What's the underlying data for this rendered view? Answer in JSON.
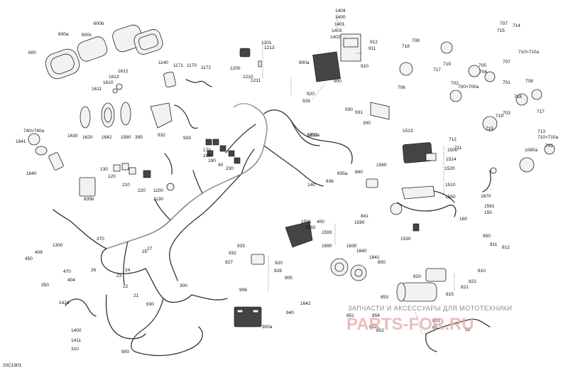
{
  "diagram": {
    "code": "20C1901",
    "watermark": {
      "line1": "ЗАПЧАСТИ И АКСЕССУАРЫ ДЛЯ МОТОТЕХНИКИ",
      "line2": "PARTS-FOR.RU"
    },
    "labels": [
      "1404",
      "1400",
      "1401",
      "1403",
      "1402",
      "912",
      "911",
      "910",
      "900a",
      "900",
      "920",
      "926",
      "600b",
      "600a",
      "600c",
      "600",
      "1201",
      "1213",
      "1200",
      "1210",
      "1211",
      "1140",
      "1171",
      "1170",
      "1172",
      "1612",
      "1613",
      "1610",
      "1611",
      "707",
      "714",
      "715",
      "710>710a",
      "708",
      "718",
      "717",
      "719",
      "706",
      "705",
      "704",
      "707",
      "701",
      "708",
      "700>700a",
      "702",
      "717",
      "718",
      "703",
      "719",
      "715",
      "711",
      "712",
      "713",
      "710>710a",
      "741",
      "1080a",
      "740>740a",
      "1641",
      "1640",
      "1630",
      "1620",
      "1642",
      "1580",
      "395",
      "932",
      "933",
      "930",
      "931",
      "300",
      "1050a",
      "1512",
      "1513",
      "1500",
      "1514",
      "1520",
      "1510",
      "1560",
      "1550",
      "1561",
      "1670",
      "150",
      "160",
      "170",
      "180",
      "190",
      "40",
      "230",
      "140",
      "130",
      "120",
      "210",
      "220",
      "1100",
      "1130",
      "835b",
      "835a",
      "836",
      "840",
      "841",
      "1590",
      "1591",
      "1592",
      "1593",
      "1690",
      "1530",
      "400",
      "1300",
      "408",
      "450",
      "470",
      "404",
      "350",
      "370",
      "26",
      "27",
      "25",
      "24",
      "23",
      "22",
      "21",
      "300",
      "930",
      "933",
      "932",
      "927",
      "920",
      "928",
      "905",
      "906",
      "940",
      "1642",
      "1630",
      "1640",
      "1641",
      "800",
      "820",
      "821",
      "822",
      "815",
      "810",
      "811",
      "812",
      "850",
      "853",
      "851",
      "854",
      "852",
      "802",
      "801",
      "60",
      "50",
      "1410",
      "1400",
      "1411",
      "310",
      "900",
      "900a"
    ]
  }
}
